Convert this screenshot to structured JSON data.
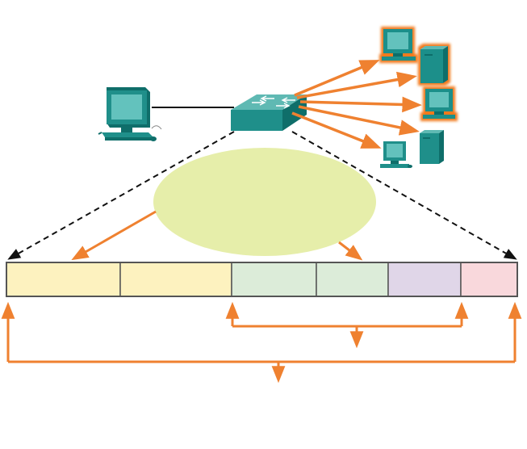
{
  "colors": {
    "device_teal": "#1f8f8a",
    "device_teal_dark": "#0f6e6a",
    "screen": "#63c2bd",
    "highlight_glow": "#f07a1e",
    "arrow_orange": "#ef8130",
    "ellipse_fill": "#e6eeaa",
    "link_black": "#111111"
  },
  "frame_fields": [
    {
      "name": "field-1",
      "color": "#fdf2bf"
    },
    {
      "name": "field-2",
      "color": "#fdf2bf"
    },
    {
      "name": "field-3",
      "color": "#dcecd9"
    },
    {
      "name": "field-4",
      "color": "#dcecd9"
    },
    {
      "name": "field-5",
      "color": "#e0d6e8"
    },
    {
      "name": "field-6",
      "color": "#f9d8dc"
    }
  ],
  "icons": {
    "source_pc": "desktop-computer-icon",
    "switch": "network-switch-icon",
    "destinations": [
      "desktop-computer-icon",
      "server-tower-icon",
      "desktop-computer-icon",
      "desktop-computer-icon",
      "server-tower-icon"
    ],
    "highlighted_destinations": [
      0,
      1,
      2
    ]
  }
}
